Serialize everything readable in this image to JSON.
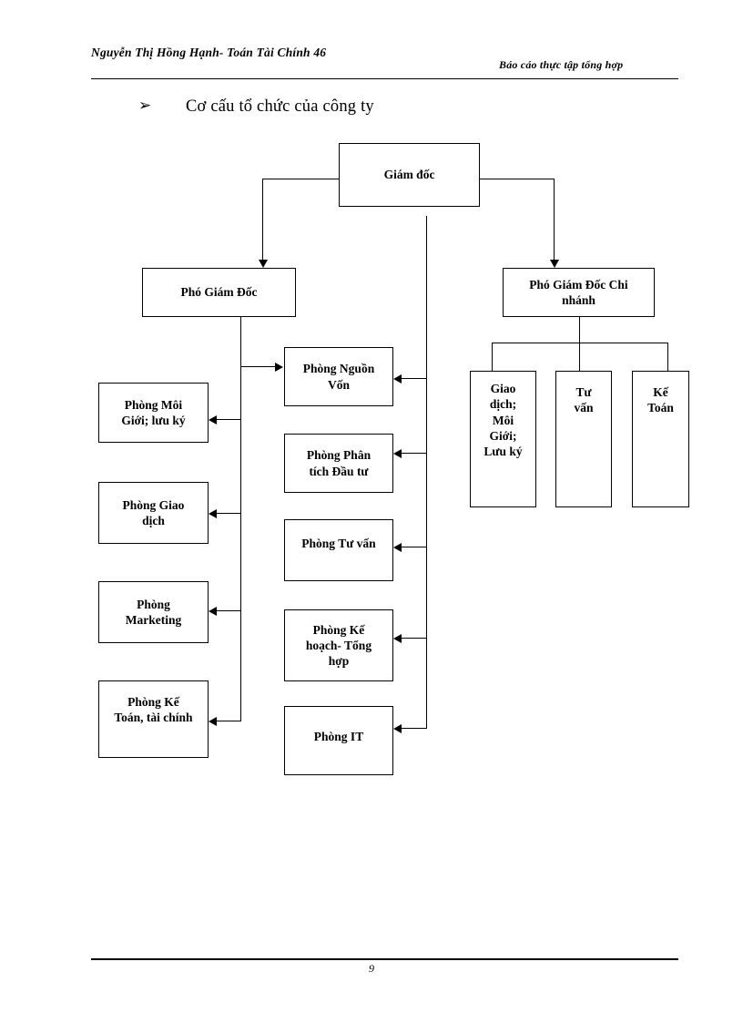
{
  "header": {
    "author": "Nguyễn Thị Hồng Hạnh- Toán Tài Chính 46",
    "report": "Báo cáo thực tập tổng hợp"
  },
  "section": {
    "bullet": "arrow-bullet-icon",
    "bullet_glyph": "➢",
    "title": "Cơ cấu tổ chức của công ty"
  },
  "footer": {
    "page_number": "9"
  },
  "chart_data": {
    "type": "diagram",
    "title": "Cơ cấu tổ chức của công ty",
    "nodes": [
      {
        "id": "giam-doc",
        "label": "Giám đốc",
        "level": 0
      },
      {
        "id": "pho-giam-doc",
        "label": "Phó Giám Đốc",
        "level": 1
      },
      {
        "id": "pho-gd-chi-nhanh",
        "label": "Phó Giám Đốc Chi nhánh",
        "level": 1
      },
      {
        "id": "phong-moi-gioi",
        "label": "Phòng Môi Giới; lưu ký",
        "level": 2
      },
      {
        "id": "phong-giao-dich",
        "label": "Phòng Giao dịch",
        "level": 2
      },
      {
        "id": "phong-marketing",
        "label": "Phòng Marketing",
        "level": 2
      },
      {
        "id": "phong-ke-toan",
        "label": "Phòng Kế Toán, tài chính",
        "level": 2
      },
      {
        "id": "phong-nguon-von",
        "label": "Phòng Nguồn Vốn",
        "level": 2
      },
      {
        "id": "phong-phan-tich",
        "label": "Phòng Phân tích Đầu tư",
        "level": 2
      },
      {
        "id": "phong-tu-van",
        "label": "Phòng Tư vấn",
        "level": 2
      },
      {
        "id": "phong-ke-hoach",
        "label": "Phòng Kế hoạch- Tổng hợp",
        "level": 2
      },
      {
        "id": "phong-it",
        "label": "Phòng IT",
        "level": 2
      },
      {
        "id": "cn-giao-dich",
        "label": "Giao dịch; Môi Giới; Lưu ký",
        "level": 2
      },
      {
        "id": "cn-tu-van",
        "label": "Tư vấn",
        "level": 2
      },
      {
        "id": "cn-ke-toan",
        "label": "Kế Toán",
        "level": 2
      }
    ],
    "edges": [
      {
        "from": "giam-doc",
        "to": "pho-giam-doc",
        "arrow": true
      },
      {
        "from": "giam-doc",
        "to": "pho-gd-chi-nhanh",
        "arrow": true
      },
      {
        "from": "giam-doc",
        "to": "phong-nguon-von",
        "arrow": true
      },
      {
        "from": "giam-doc",
        "to": "phong-phan-tich",
        "arrow": true
      },
      {
        "from": "giam-doc",
        "to": "phong-tu-van",
        "arrow": true
      },
      {
        "from": "giam-doc",
        "to": "phong-ke-hoach",
        "arrow": true
      },
      {
        "from": "giam-doc",
        "to": "phong-it",
        "arrow": true
      },
      {
        "from": "pho-giam-doc",
        "to": "phong-nguon-von",
        "arrow": true
      },
      {
        "from": "pho-giam-doc",
        "to": "phong-moi-gioi",
        "arrow": true
      },
      {
        "from": "pho-giam-doc",
        "to": "phong-giao-dich",
        "arrow": true
      },
      {
        "from": "pho-giam-doc",
        "to": "phong-marketing",
        "arrow": true
      },
      {
        "from": "pho-giam-doc",
        "to": "phong-ke-toan",
        "arrow": true
      },
      {
        "from": "pho-gd-chi-nhanh",
        "to": "cn-giao-dich",
        "arrow": false
      },
      {
        "from": "pho-gd-chi-nhanh",
        "to": "cn-tu-van",
        "arrow": false
      },
      {
        "from": "pho-gd-chi-nhanh",
        "to": "cn-ke-toan",
        "arrow": false
      }
    ]
  },
  "boxes": {
    "giam_doc": "Giám đốc",
    "pho_giam_doc": "Phó Giám Đốc",
    "pho_gd_chi_nhanh_l1": "Phó Giám Đốc Chi",
    "pho_gd_chi_nhanh_l2": "nhánh",
    "moi_gioi_l1": "Phòng Môi",
    "moi_gioi_l2": "Giới; lưu ký",
    "giao_dich_l1": "Phòng Giao",
    "giao_dich_l2": "dịch",
    "marketing_l1": "Phòng",
    "marketing_l2": "Marketing",
    "ke_toan_l1": "Phòng Kế",
    "ke_toan_l2": "Toán, tài chính",
    "nguon_von_l1": "Phòng Nguồn",
    "nguon_von_l2": "Vốn",
    "phan_tich_l1": "Phòng Phân",
    "phan_tich_l2": "tích Đầu tư",
    "tu_van": "Phòng Tư vấn",
    "ke_hoach_l1": "Phòng Kế",
    "ke_hoach_l2": "hoạch- Tổng",
    "ke_hoach_l3": "hợp",
    "it": "Phòng IT",
    "cn_gd_l1": "Giao",
    "cn_gd_l2": "dịch;",
    "cn_gd_l3": "Môi",
    "cn_gd_l4": "Giới;",
    "cn_gd_l5": "Lưu ký",
    "cn_tv_l1": "Tư",
    "cn_tv_l2": "vấn",
    "cn_kt_l1": "Kế",
    "cn_kt_l2": "Toán"
  }
}
